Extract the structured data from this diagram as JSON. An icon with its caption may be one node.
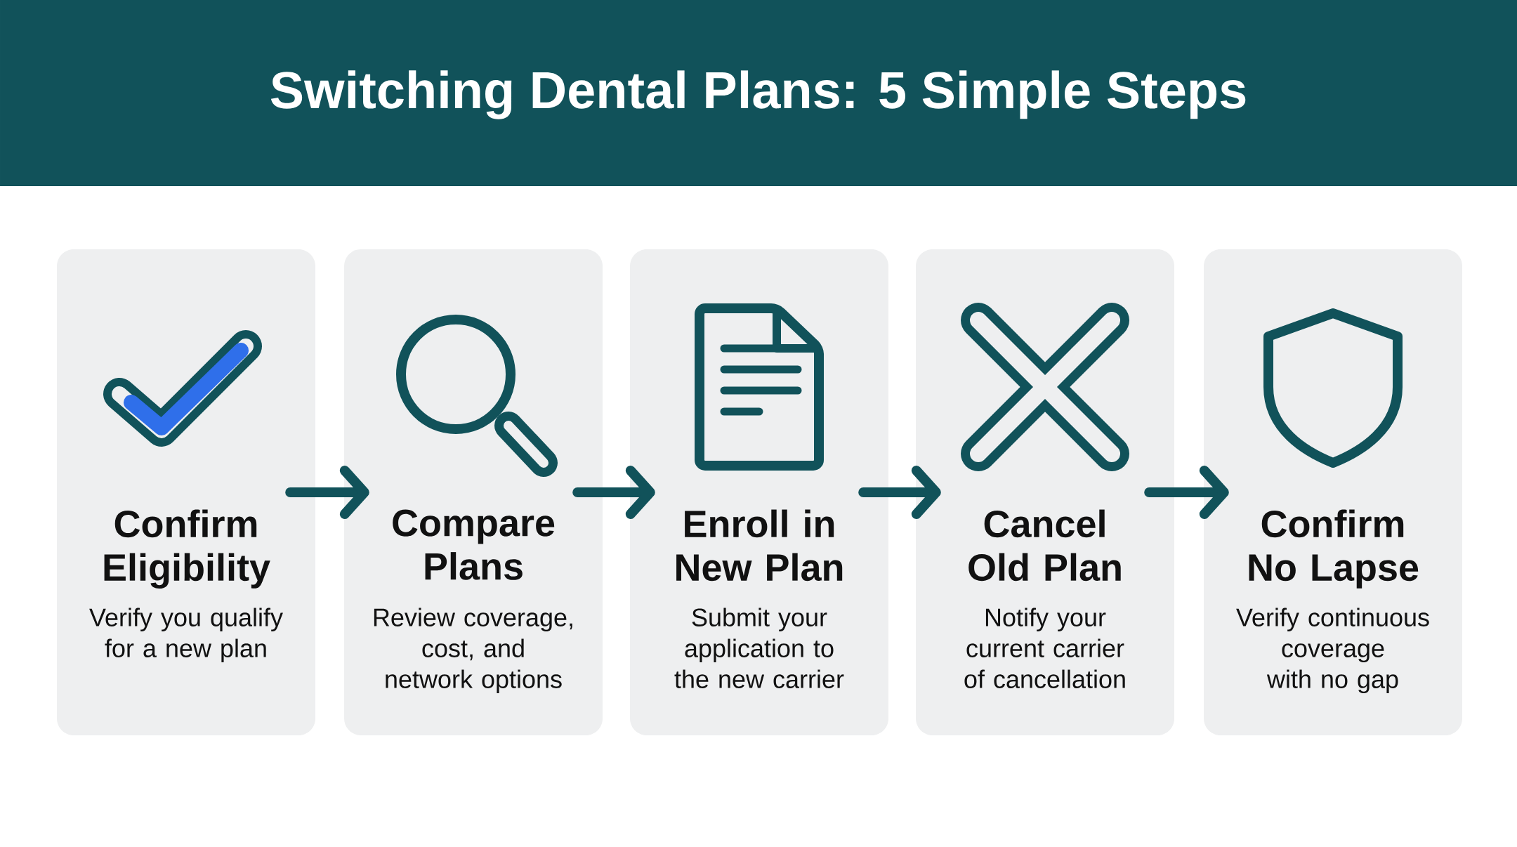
{
  "diagram": {
    "title": "Switching Dental Plans: 5 Simple Steps",
    "nodes": [
      {
        "text": [
          "Confirm Eligibility",
          "Verify you qualify for a new plan"
        ]
      },
      {
        "text": [
          "Compare Plans",
          "Review coverage, cost, and network options"
        ]
      },
      {
        "text": [
          "Enroll in New Plan",
          "Submit your application to the new carrier"
        ]
      },
      {
        "text": [
          "Cancel Old Plan",
          "Notify your current carrier of cancellation"
        ]
      },
      {
        "text": [
          "Confirm No Lapse",
          "Verify continuous coverage with no gap"
        ]
      }
    ],
    "edges": [
      {
        "from": 0,
        "to": 1,
        "arrow": "to"
      },
      {
        "from": 1,
        "to": 2,
        "arrow": "to"
      },
      {
        "from": 2,
        "to": 3,
        "arrow": "to"
      },
      {
        "from": 3,
        "to": 4,
        "arrow": "to"
      }
    ]
  }
}
